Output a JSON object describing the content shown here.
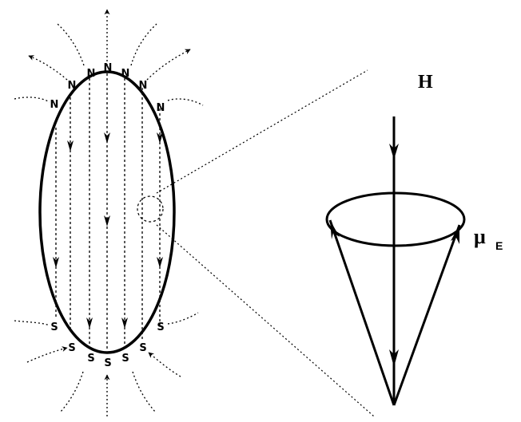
{
  "diagram": {
    "north_pole_label": "N",
    "south_pole_label": "S",
    "field_label": "H",
    "moment_symbol": "μ",
    "moment_subscript": "E",
    "colors": {
      "ink": "#000000",
      "background": "#ffffff"
    }
  }
}
